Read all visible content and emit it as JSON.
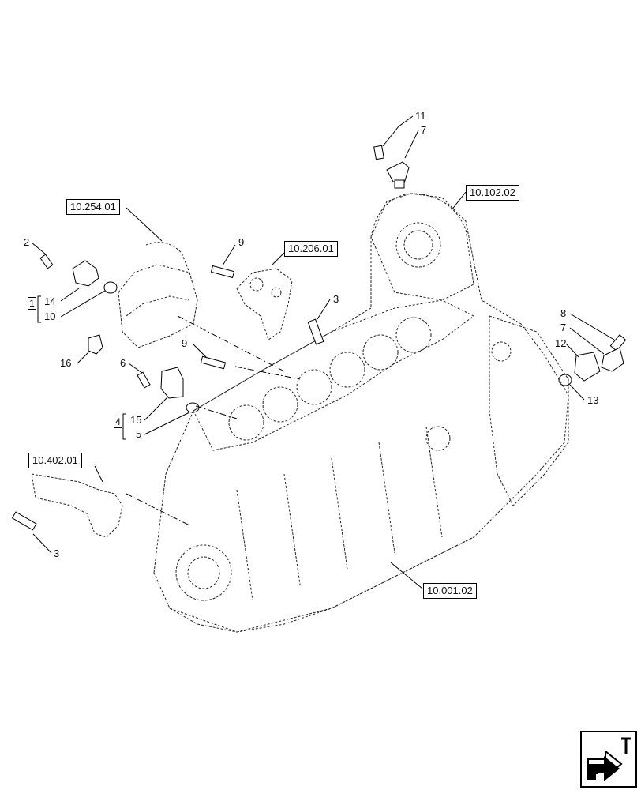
{
  "references": {
    "r10_254_01": "10.254.01",
    "r10_206_01": "10.206.01",
    "r10_102_02": "10.102.02",
    "r10_402_01": "10.402.01",
    "r10_001_02": "10.001.02"
  },
  "callouts": {
    "c11": "11",
    "c7_top": "7",
    "c2": "2",
    "c9_top": "9",
    "c3_mid": "3",
    "c14": "14",
    "c10": "10",
    "c16": "16",
    "c9_mid": "9",
    "c6": "6",
    "c15": "15",
    "c5": "5",
    "c3_bottom": "3",
    "c8": "8",
    "c7_right": "7",
    "c12": "12",
    "c13": "13"
  },
  "kits": {
    "k1": "1",
    "k4": "4"
  },
  "navigation": {
    "icon": "next-page-arrow-icon"
  }
}
